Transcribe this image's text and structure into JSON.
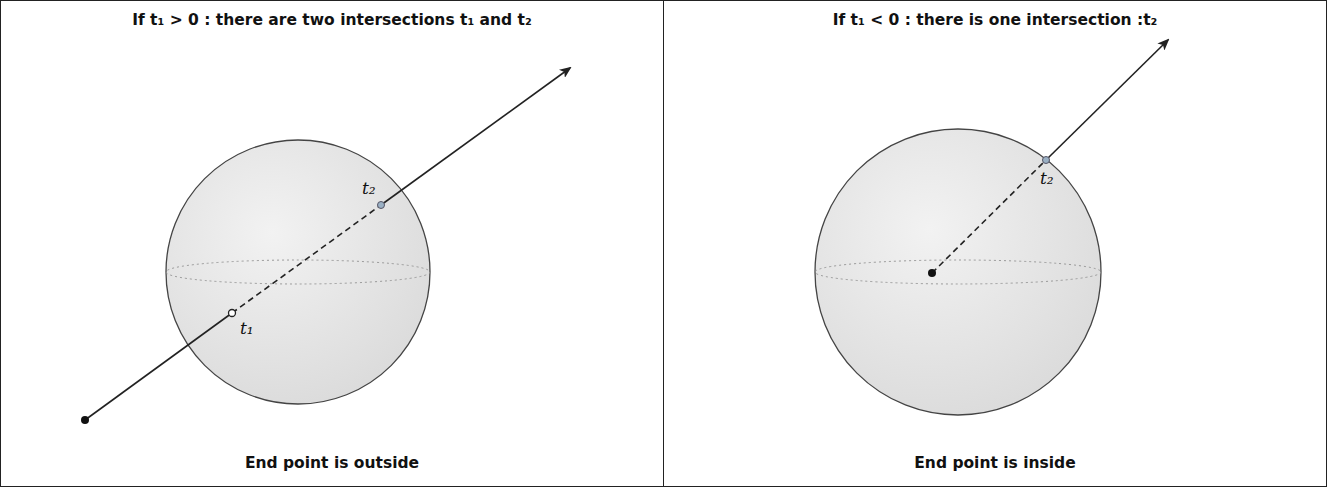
{
  "diagram": {
    "nodes": [
      {
        "text": [
          "If t₁ > 0 : there are two intersections t₁ and t₂",
          "End point is outside"
        ]
      },
      {
        "text": [
          "If t₁ < 0 : there is one intersection :t₂",
          "End point is inside"
        ]
      }
    ],
    "labels": [
      "t₂",
      "t₁",
      "t₂"
    ]
  }
}
